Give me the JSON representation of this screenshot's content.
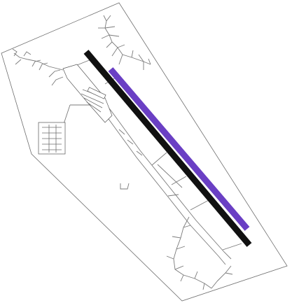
{
  "map": {
    "type": "airport-diagram",
    "colors": {
      "background": "#ffffff",
      "boundary": "#6e6e6e",
      "taxiway": "#7a7a7a",
      "runway_primary": "#111111",
      "runway_secondary": "#6a3fc4"
    },
    "runways": [
      {
        "id": "runway-primary",
        "color": "#111111"
      },
      {
        "id": "runway-secondary",
        "color": "#6a3fc4"
      }
    ]
  }
}
